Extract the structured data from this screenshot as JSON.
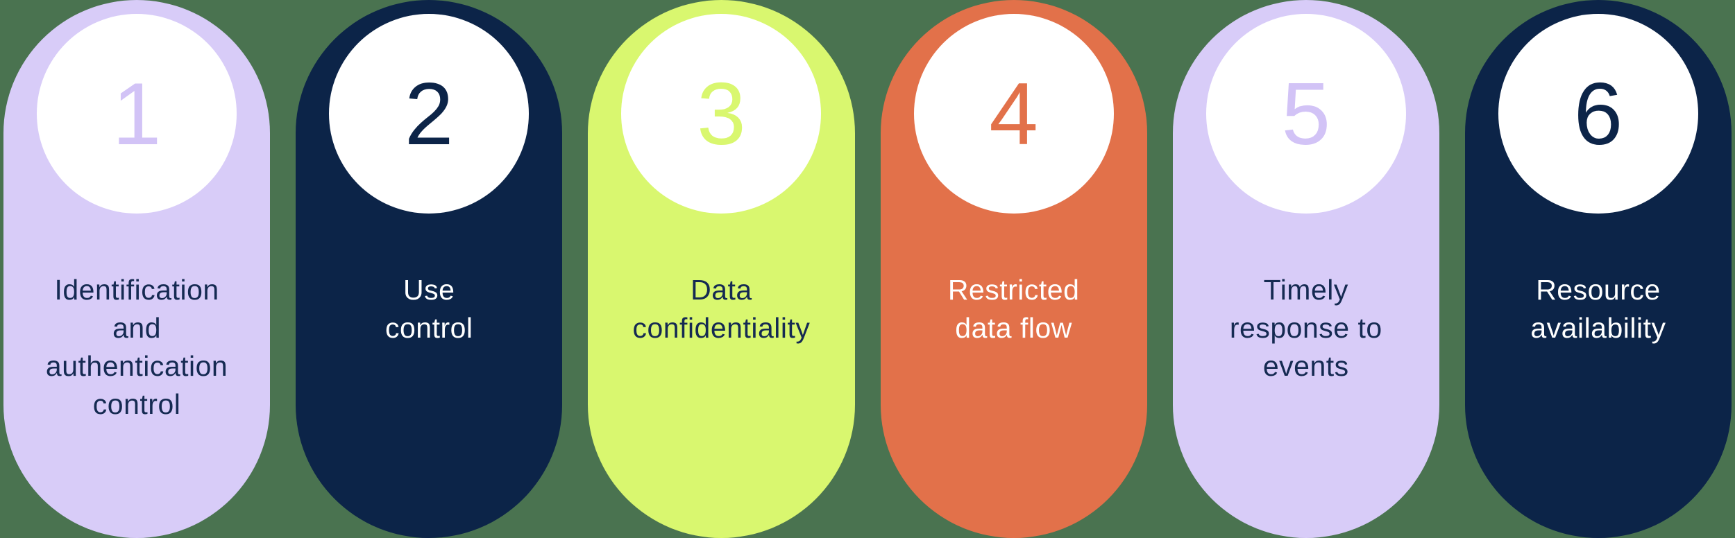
{
  "background_color": "#4A7350",
  "cards": [
    {
      "number": "1",
      "label_lines": [
        "Identification",
        "and",
        "authentication",
        "control"
      ],
      "bg_color": "#D8CCF8",
      "text_color": "#152A52",
      "circle_color": "#FFFFFF",
      "number_color": "#D2C3F6"
    },
    {
      "number": "2",
      "label_lines": [
        "Use",
        "control"
      ],
      "bg_color": "#0C2448",
      "text_color": "#FFFFFF",
      "circle_color": "#FFFFFF",
      "number_color": "#0C2448"
    },
    {
      "number": "3",
      "label_lines": [
        "Data",
        "confidentiality"
      ],
      "bg_color": "#D9F76F",
      "text_color": "#152A52",
      "circle_color": "#FFFFFF",
      "number_color": "#D9F76F"
    },
    {
      "number": "4",
      "label_lines": [
        "Restricted",
        "data flow"
      ],
      "bg_color": "#E2714A",
      "text_color": "#FFFFFF",
      "circle_color": "#FFFFFF",
      "number_color": "#E2714A"
    },
    {
      "number": "5",
      "label_lines": [
        "Timely",
        "response to",
        "events"
      ],
      "bg_color": "#D8CCF8",
      "text_color": "#152A52",
      "circle_color": "#FFFFFF",
      "number_color": "#D2C3F6"
    },
    {
      "number": "6",
      "label_lines": [
        "Resource",
        "availability"
      ],
      "bg_color": "#0C2448",
      "text_color": "#FFFFFF",
      "circle_color": "#FFFFFF",
      "number_color": "#0C2448"
    }
  ]
}
